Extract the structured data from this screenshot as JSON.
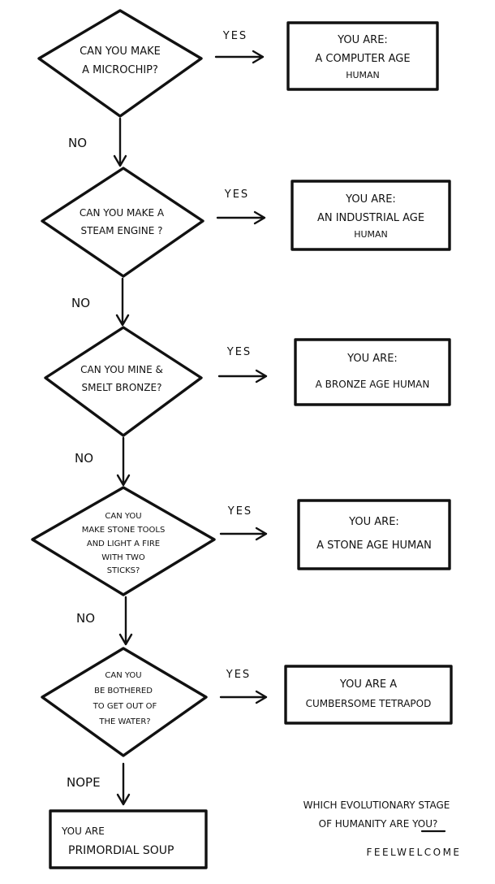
{
  "questions": [
    {
      "lines": [
        "CAN YOU MAKE",
        "A MICROCHIP?"
      ],
      "yes_label": "YES",
      "no_label": "NO",
      "result_lines": [
        "YOU ARE:",
        "A COMPUTER AGE",
        "HUMAN"
      ]
    },
    {
      "lines": [
        "CAN YOU MAKE A",
        "STEAM ENGINE ?"
      ],
      "yes_label": "YES",
      "no_label": "NO",
      "result_lines": [
        "YOU ARE:",
        "AN INDUSTRIAL AGE",
        "HUMAN"
      ]
    },
    {
      "lines": [
        "CAN YOU MINE &",
        "SMELT BRONZE?"
      ],
      "yes_label": "YES",
      "no_label": "NO",
      "result_lines": [
        "YOU ARE:",
        "A BRONZE AGE HUMAN"
      ]
    },
    {
      "lines": [
        "CAN YOU",
        "MAKE STONE TOOLS",
        "AND LIGHT A FIRE",
        "WITH TWO",
        "STICKS?"
      ],
      "yes_label": "YES",
      "no_label": "NO",
      "result_lines": [
        "YOU ARE:",
        "A STONE AGE HUMAN"
      ]
    },
    {
      "lines": [
        "CAN YOU",
        "BE BOTHERED",
        "TO GET OUT OF",
        "THE WATER?"
      ],
      "yes_label": "YES",
      "no_label": "NOPE",
      "result_lines": [
        "YOU ARE A",
        "CUMBERSOME TETRAPOD"
      ]
    }
  ],
  "final_result": {
    "lines": [
      "YOU ARE",
      "PRIMORDIAL SOUP"
    ]
  },
  "caption": {
    "line1": "WHICH EVOLUTIONARY STAGE",
    "line2_prefix": "OF HUMANITY ARE ",
    "line2_emph": "YOU",
    "line2_suffix": "?"
  },
  "signature": "FEELWELCOME"
}
